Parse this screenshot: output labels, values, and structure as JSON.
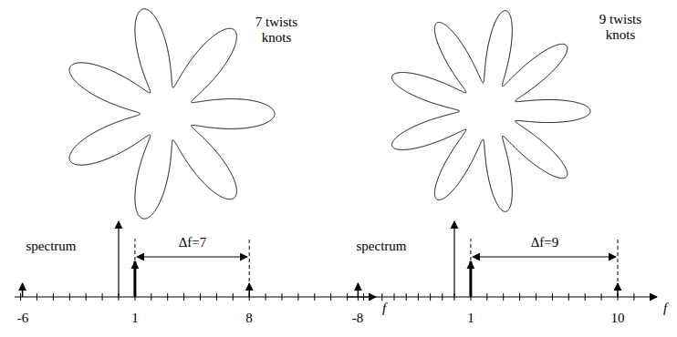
{
  "diagram": {
    "labels": [
      "7 twists knots",
      "9 twists knots",
      "spectrum",
      "Δf=7",
      "-6",
      "1",
      "8",
      "f",
      "spectrum",
      "Δf=9",
      "-8",
      "1",
      "10",
      "f"
    ]
  }
}
